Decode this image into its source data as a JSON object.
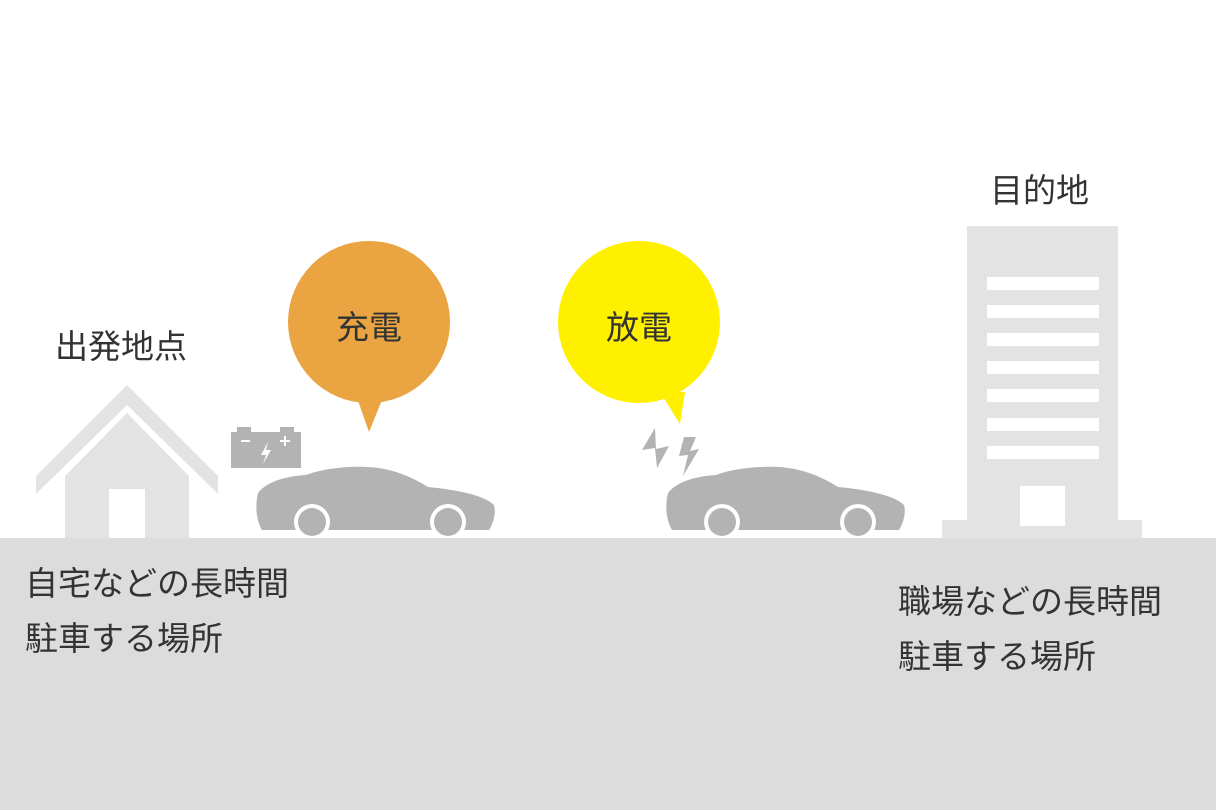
{
  "labels": {
    "origin": "出発地点",
    "destination": "目的地"
  },
  "bubbles": {
    "charge": "充電",
    "discharge": "放電"
  },
  "descriptions": {
    "home": [
      "自宅などの長時間",
      "駐車する場所"
    ],
    "work": [
      "職場などの長時間",
      "駐車する場所"
    ]
  },
  "colors": {
    "ground": "#dcdcdc",
    "building": "#e3e3e3",
    "car": "#b3b3b3",
    "charge_bubble": "#eaa441",
    "discharge_bubble": "#fff000",
    "text": "#333333"
  },
  "icons": [
    "house-icon",
    "battery-icon",
    "car-icon",
    "lightning-icon",
    "office-building-icon"
  ]
}
